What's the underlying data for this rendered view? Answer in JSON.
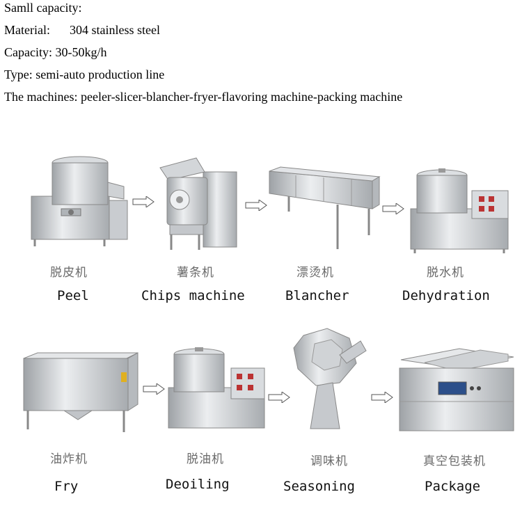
{
  "specs": {
    "heading": "Samll capacity:",
    "material_label": "Material:",
    "material_value": "304 stainless steel",
    "capacity": "Capacity: 30-50kg/h",
    "type": "Type: semi-auto production line",
    "machines": "The machines: peeler-slicer-blancher-fryer-flavoring machine-packing machine"
  },
  "steps": [
    {
      "cn": "脱皮机",
      "en": "Peel",
      "icon": "peeler-machine-icon"
    },
    {
      "cn": "薯条机",
      "en": "Chips machine",
      "icon": "slicer-machine-icon"
    },
    {
      "cn": "漂烫机",
      "en": "Blancher",
      "icon": "blancher-machine-icon"
    },
    {
      "cn": "脱水机",
      "en": "Dehydration",
      "icon": "dehydrator-machine-icon"
    },
    {
      "cn": "油炸机",
      "en": "Fry",
      "icon": "fryer-machine-icon"
    },
    {
      "cn": "脱油机",
      "en": "Deoiling",
      "icon": "deoiler-machine-icon"
    },
    {
      "cn": "调味机",
      "en": "Seasoning",
      "icon": "seasoning-machine-icon"
    },
    {
      "cn": "真空包装机",
      "en": "Package",
      "icon": "vacuum-packer-icon"
    }
  ],
  "colors": {
    "steel_light": "#e4e6e8",
    "steel_mid": "#b9bdc1",
    "steel_dark": "#8e9296",
    "panel_red": "#b33"
  }
}
